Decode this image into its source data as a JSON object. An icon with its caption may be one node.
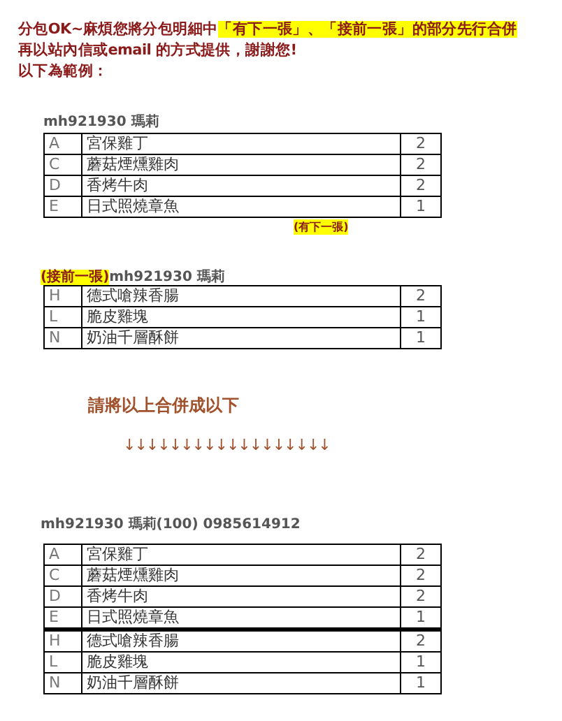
{
  "diagram": {
    "labels": [
      "分包OK~麻煩您將分包明細中",
      "「有下一張」、「接前一張」的部分先行合併",
      "再以站內信或email 的方式提供，謝謝您!",
      "以下為範例：",
      "mh921930 瑪莉",
      "A",
      "宮保雞丁",
      "2",
      "C",
      "蘑菇煙燻雞肉",
      "2",
      "D",
      "香烤牛肉",
      "2",
      "E",
      "日式照燒章魚",
      "1",
      "(有下一張)",
      "(接前一張)",
      "mh921930 瑪莉",
      "H",
      "德式嗆辣香腸",
      "2",
      "L",
      "脆皮雞塊",
      "1",
      "N",
      "奶油千層酥餅",
      "1",
      "請將以上合併成以下",
      "↓↓↓↓↓↓↓↓↓↓↓↓↓↓↓↓↓↓",
      "mh921930 瑪莉(100) 0985614912",
      "A",
      "宮保雞丁",
      "2",
      "C",
      "蘑菇煙燻雞肉",
      "2",
      "D",
      "香烤牛肉",
      "2",
      "E",
      "日式照燒章魚",
      "1",
      "H",
      "德式嗆辣香腸",
      "2",
      "L",
      "脆皮雞塊",
      "1",
      "N",
      "奶油千層酥餅",
      "1"
    ]
  }
}
